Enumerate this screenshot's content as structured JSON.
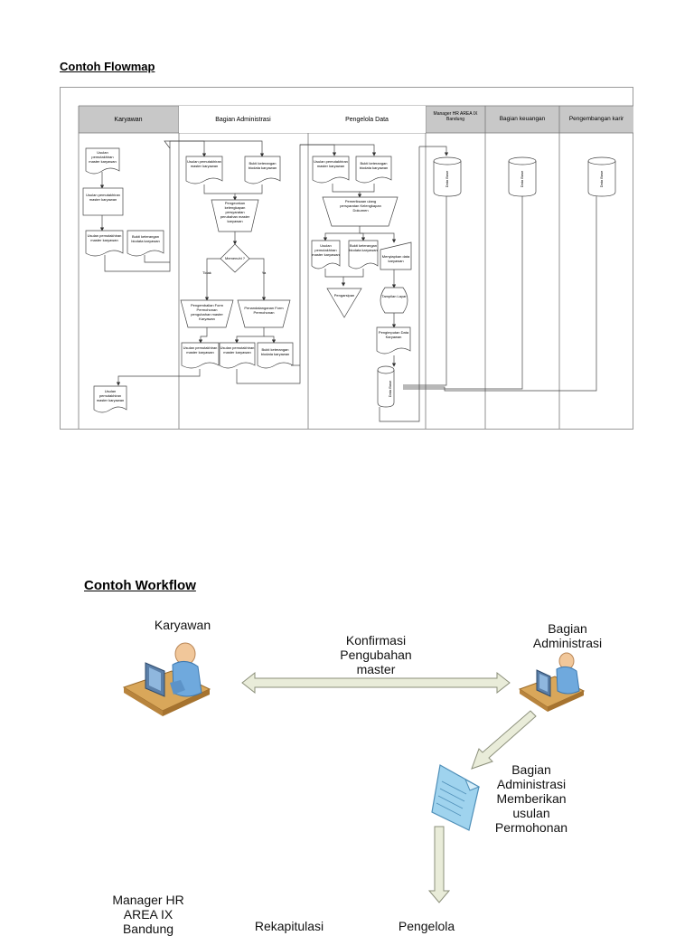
{
  "flowmap": {
    "title": "Contoh Flowmap",
    "lanes": [
      "Karyawan",
      "Bagian Administrasi",
      "Pengelola Data",
      "Manager HR AREA IX Bandung",
      "Bagian keuangan",
      "Pengembangan karir"
    ],
    "shapes": {
      "k_doc1": "Usulan pemutakhiran master karyawan",
      "k_doc2": "Usulan pemutakhiran master karyawan",
      "k_doc3": "Usulan pemutakhiran master karyawan",
      "k_doc4": "Bukti keterangan biodata karyawan",
      "k_doc5": "Usulan pemutakhiran master karyawan",
      "a_doc1": "Usulan pemutakhiran master karyawan",
      "a_doc2": "Bukti keterangan biodata karyawan",
      "a_trap1": "Pengecekan kelengkapan persyaratan perubahan master karyawan",
      "a_diamond": "Memenuhi ?",
      "a_no": "Tidak",
      "a_yes": "Ya",
      "a_trap2": "Pengembalian Form Permohonan pengubahan master Karyawan",
      "a_trap3": "Penandatanganan Form Permohonan",
      "a_doc3": "Usulan pemutakhiran master karyawan",
      "a_doc4": "Usulan pemutakhiran master karyawan",
      "a_doc5": "Bukti keterangan biodata karyawan",
      "p_doc1": "Usulan pemutakhiran master karyawan",
      "p_doc2": "Bukti keterangan biodata karyawan",
      "p_trap1": "Pemeriksaan ulang persyaratan Kelengkapan Dokumen",
      "p_doc3": "Usulan pemutakhiran master karyawan",
      "p_doc4": "Bukti keterangan biodata karyawan",
      "p_manual": "Menyiapkan data karyawan",
      "p_tri": "Pengarsipan",
      "p_display": "Tampilan Layar",
      "p_doc5": "Pengimputan Data Karyawan",
      "p_db": "Data Base",
      "m_db": "Data Base",
      "b_db": "Data Base",
      "c_db": "Data Base"
    }
  },
  "workflow": {
    "title": "Contoh Workflow",
    "karyawan": "Karyawan",
    "konfirmasi": [
      "Konfirmasi",
      "Pengubahan",
      "master"
    ],
    "admin": [
      "Bagian",
      "Administrasi"
    ],
    "admin_usulan": [
      "Bagian",
      "Administrasi",
      "Memberikan",
      "usulan",
      "Permohonan"
    ],
    "manager": [
      "Manager HR",
      "AREA IX",
      "Bandung"
    ],
    "rekap": "Rekapitulasi",
    "pengelola": "Pengelola"
  }
}
